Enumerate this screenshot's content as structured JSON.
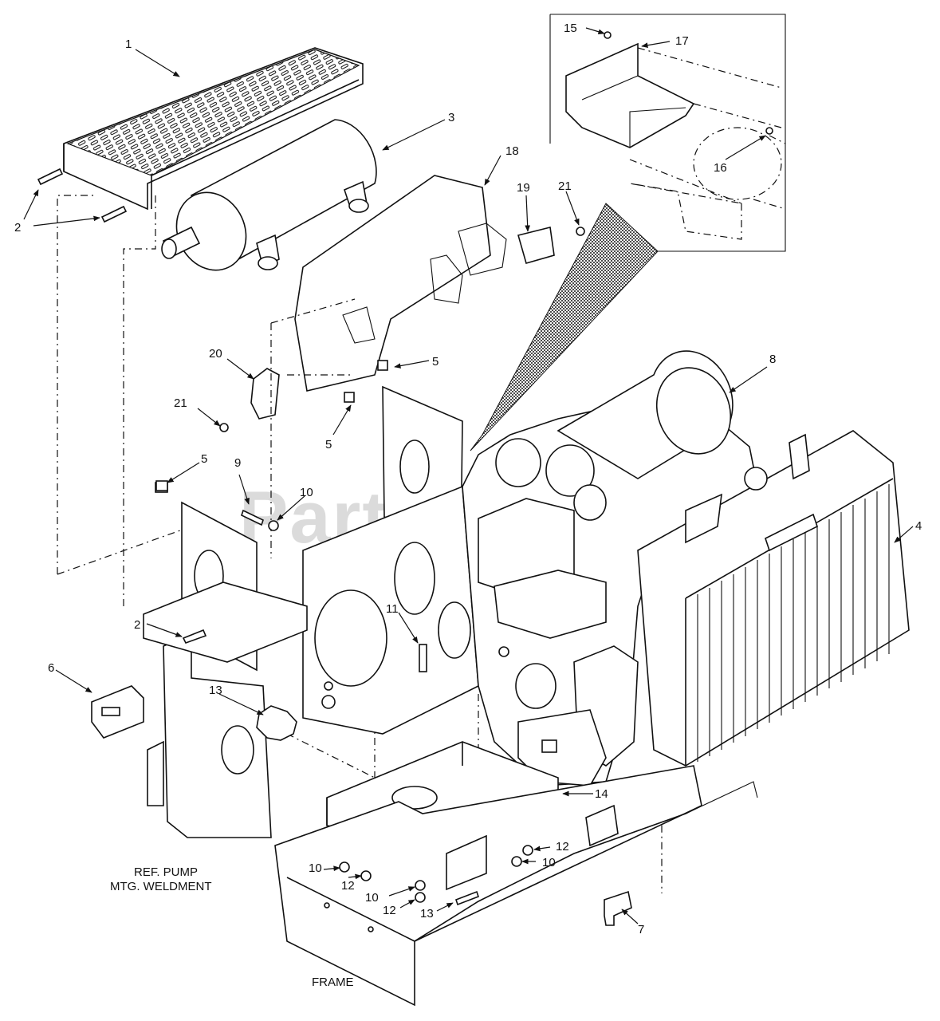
{
  "watermark": "PartsTree",
  "captions": {
    "ref_pump_line1": "REF. PUMP",
    "ref_pump_line2": "MTG. WELDMENT",
    "frame": "FRAME"
  },
  "callouts": {
    "c1": "1",
    "c2a": "2",
    "c2b": "2",
    "c3": "3",
    "c4": "4",
    "c5a": "5",
    "c5b": "5",
    "c5c": "5",
    "c6": "6",
    "c7": "7",
    "c8": "8",
    "c9": "9",
    "c10a": "10",
    "c10b": "10",
    "c10c": "10",
    "c10d": "10",
    "c11": "11",
    "c12a": "12",
    "c12b": "12",
    "c12c": "12",
    "c13a": "13",
    "c13b": "13",
    "c14": "14",
    "c15": "15",
    "c16": "16",
    "c17": "17",
    "c18": "18",
    "c19": "19",
    "c20": "20",
    "c21a": "21",
    "c21b": "21"
  }
}
